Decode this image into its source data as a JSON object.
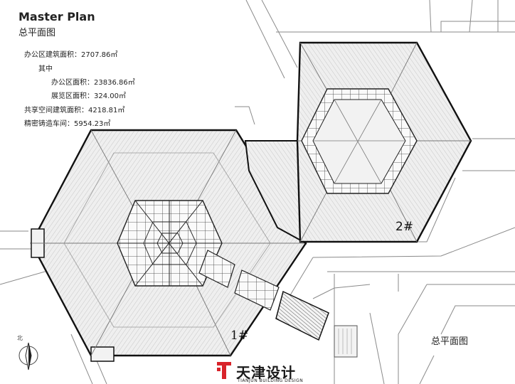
{
  "header": {
    "title": "Master Plan",
    "subtitle": "总平面图"
  },
  "stats": [
    {
      "label": "办公区建筑面积：",
      "value": "2707.86㎡"
    },
    {
      "label": "其中",
      "value": ""
    },
    {
      "label": "办公区面积：",
      "value": "23836.86㎡"
    },
    {
      "label": "展览区面积：",
      "value": "324.00㎡"
    },
    {
      "label": "共享空间建筑面积：",
      "value": "4218.81㎡"
    },
    {
      "label": "精密铸造车间：",
      "value": "5954.23㎡"
    }
  ],
  "buildings": {
    "b1": "1#",
    "b2": "2#"
  },
  "plan_label": "总平面图",
  "logo": {
    "cn": "天津设计",
    "en": "TIANJUN BUILDING DESIGN",
    "accent": "#d8232a"
  },
  "north_label": "北",
  "colors": {
    "roof_fill": "#ececec",
    "outline": "#111111",
    "site_line": "#8a8a8a"
  }
}
